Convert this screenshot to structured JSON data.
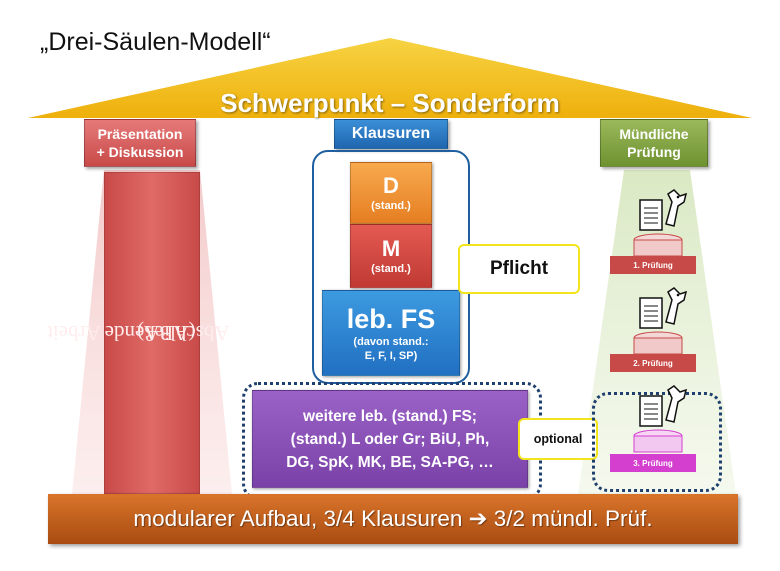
{
  "title": "„Drei-Säulen-Modell“",
  "roof": {
    "label": "Schwerpunkt – Sonderform"
  },
  "columns": {
    "left": {
      "header": [
        "Präsentation",
        "+ Diskussion"
      ],
      "pillar_text": [
        "Abschließende Arbeit",
        "(ABA)"
      ]
    },
    "middle": {
      "header": "Klausuren",
      "boxes": [
        {
          "main": "D",
          "sub": "(stand.)"
        },
        {
          "main": "M",
          "sub": "(stand.)"
        },
        {
          "main": "leb. FS",
          "sub": [
            "(davon stand.:",
            "E, F, I, SP)"
          ]
        }
      ],
      "pflicht_label": "Pflicht",
      "optional_box": [
        "weitere leb. (stand.) FS;",
        "(stand.) L oder Gr; BiU, Ph,",
        "DG, SpK, MK, BE, SA-PG, …"
      ],
      "optional_label": "optional"
    },
    "right": {
      "header": [
        "Mündliche",
        "Prüfung"
      ],
      "exams": [
        "1. Prüfung",
        "2. Prüfung",
        "3. Prüfung"
      ]
    }
  },
  "base": {
    "text": "modularer Aufbau, 3/4 Klausuren ➔ 3/2 mündl. Prüf."
  },
  "colors": {
    "roof": "#f3bf12",
    "red": "#c84a48",
    "blue": "#2170c2",
    "green": "#8aab4a",
    "orange": "#e67e22",
    "purple": "#8a52b8",
    "base": "#c0601e",
    "frame": "#1f3f6e",
    "highlight": "#f2e51b"
  }
}
